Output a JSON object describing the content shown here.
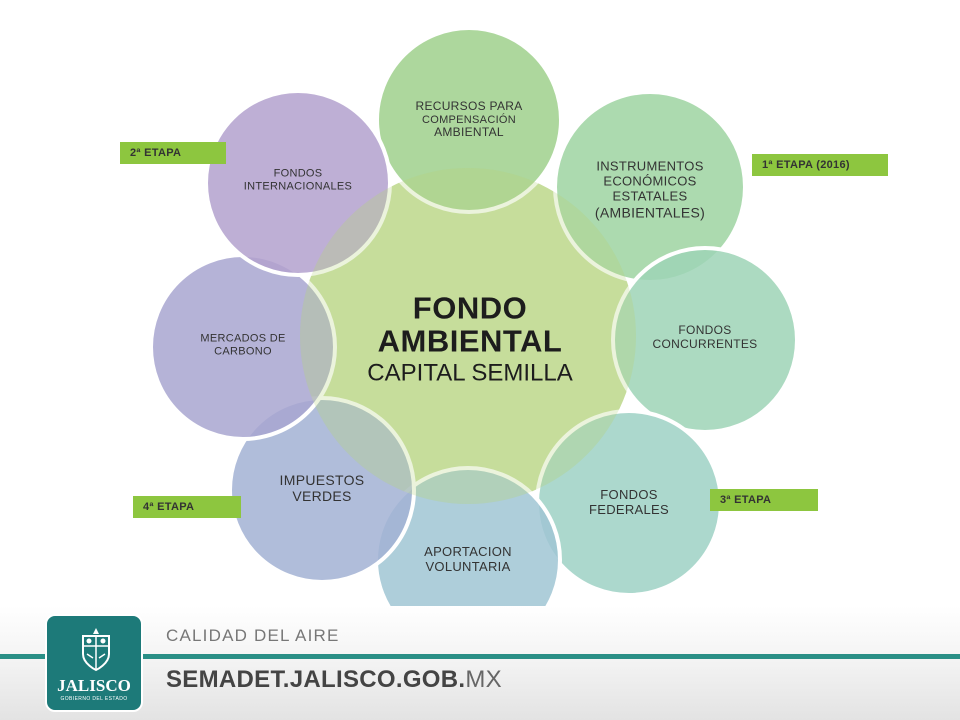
{
  "center": {
    "title_line1": "FONDO",
    "title_line2": "AMBIENTAL",
    "subtitle": "CAPITAL SEMILLA"
  },
  "nodes": [
    {
      "id": "recursos",
      "lines": [
        "RECURSOS PARA",
        "COMPENSACIÓN",
        "AMBIENTAL"
      ],
      "color": "#9fd08c"
    },
    {
      "id": "instrumentos",
      "lines": [
        "INSTRUMENTOS",
        "ECONÓMICOS",
        "ESTATALES",
        "(AMBIENTALES)"
      ],
      "color": "#9dd3a1"
    },
    {
      "id": "concurrentes",
      "lines": [
        "FONDOS",
        "CONCURRENTES"
      ],
      "color": "#9ed3b6"
    },
    {
      "id": "federales",
      "lines": [
        "FONDOS",
        "FEDERALES"
      ],
      "color": "#9ed1c4"
    },
    {
      "id": "voluntaria",
      "lines": [
        "APORTACION",
        "VOLUNTARIA"
      ],
      "color": "#a0c5d3"
    },
    {
      "id": "verdes",
      "lines": [
        "IMPUESTOS",
        "VERDES"
      ],
      "color": "#a2b2d4"
    },
    {
      "id": "carbono",
      "lines": [
        "MERCADOS DE",
        "CARBONO"
      ],
      "color": "#a8a6d0"
    },
    {
      "id": "internacionales",
      "lines": [
        "FONDOS",
        "INTERNACIONALES"
      ],
      "color": "#b3a1ce"
    }
  ],
  "stages": [
    {
      "id": "etapa2",
      "label": "2ª ETAPA"
    },
    {
      "id": "etapa1",
      "label": "1ª ETAPA  (2016)"
    },
    {
      "id": "etapa3",
      "label": "3ª ETAPA"
    },
    {
      "id": "etapa4",
      "label": "4ª ETAPA"
    }
  ],
  "colors": {
    "center": "#c7dd9c",
    "stage": "#8dc63f",
    "footer_line": "#2a8f86",
    "logo": "#1d7a79"
  },
  "footer": {
    "section": "CALIDAD DEL AIRE",
    "url_bold": "SEMADET.JALISCO.GOB.",
    "url_light": "MX",
    "logo_name": "JALISCO",
    "logo_sub": "GOBIERNO DEL ESTADO"
  },
  "icons": {
    "logo": "jalisco-crest-icon"
  }
}
